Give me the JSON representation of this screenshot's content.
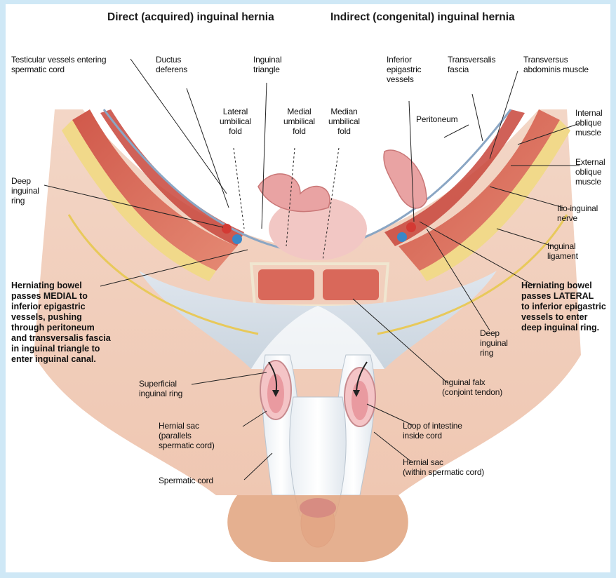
{
  "headings": {
    "direct": "Direct (acquired) inguinal hernia",
    "indirect": "Indirect (congenital) inguinal hernia"
  },
  "labels": {
    "testicular_vessels": "Testicular vessels entering\nspermatic cord",
    "ductus_deferens": "Ductus\ndeferens",
    "inguinal_triangle": "Inguinal\ntriangle",
    "lateral_umbilical_fold": "Lateral\numbilical\nfold",
    "medial_umbilical_fold": "Medial\numbilical\nfold",
    "median_umbilical_fold": "Median\numbilical\nfold",
    "deep_inguinal_ring_left": "Deep\ninguinal\nring",
    "superficial_inguinal_ring": "Superficial\ninguinal ring",
    "hernial_sac_parallels": "Hernial sac\n(parallels\nspermatic cord)",
    "spermatic_cord": "Spermatic cord",
    "inferior_epigastric_vessels": "Inferior\nepigastric\nvessels",
    "transversalis_fascia": "Transversalis\nfascia",
    "transversus_abdominis": "Transversus\nabdominis muscle",
    "peritoneum": "Peritoneum",
    "internal_oblique": "Internal\noblique\nmuscle",
    "external_oblique": "External\noblique\nmuscle",
    "ilio_inguinal_nerve": "Ilio-inguinal\nnerve",
    "inguinal_ligament": "Inguinal\nligament",
    "deep_inguinal_ring_right": "Deep\ninguinal\nring",
    "inguinal_falx": "Inguinal falx\n(conjoint tendon)",
    "loop_of_intestine": "Loop of intestine\ninside cord",
    "hernial_sac_within": "Hernial sac\n(within spermatic cord)"
  },
  "notes": {
    "direct": "Herniating bowel\npasses MEDIAL to\ninferior epigastric\nvessels, pushing\nthrough peritoneum\nand transversalis fascia\nin inguinal triangle to\nenter inguinal canal.",
    "indirect": "Herniating bowel\npasses LATERAL\nto inferior epigastric\nvessels to enter\ndeep inguinal ring."
  }
}
